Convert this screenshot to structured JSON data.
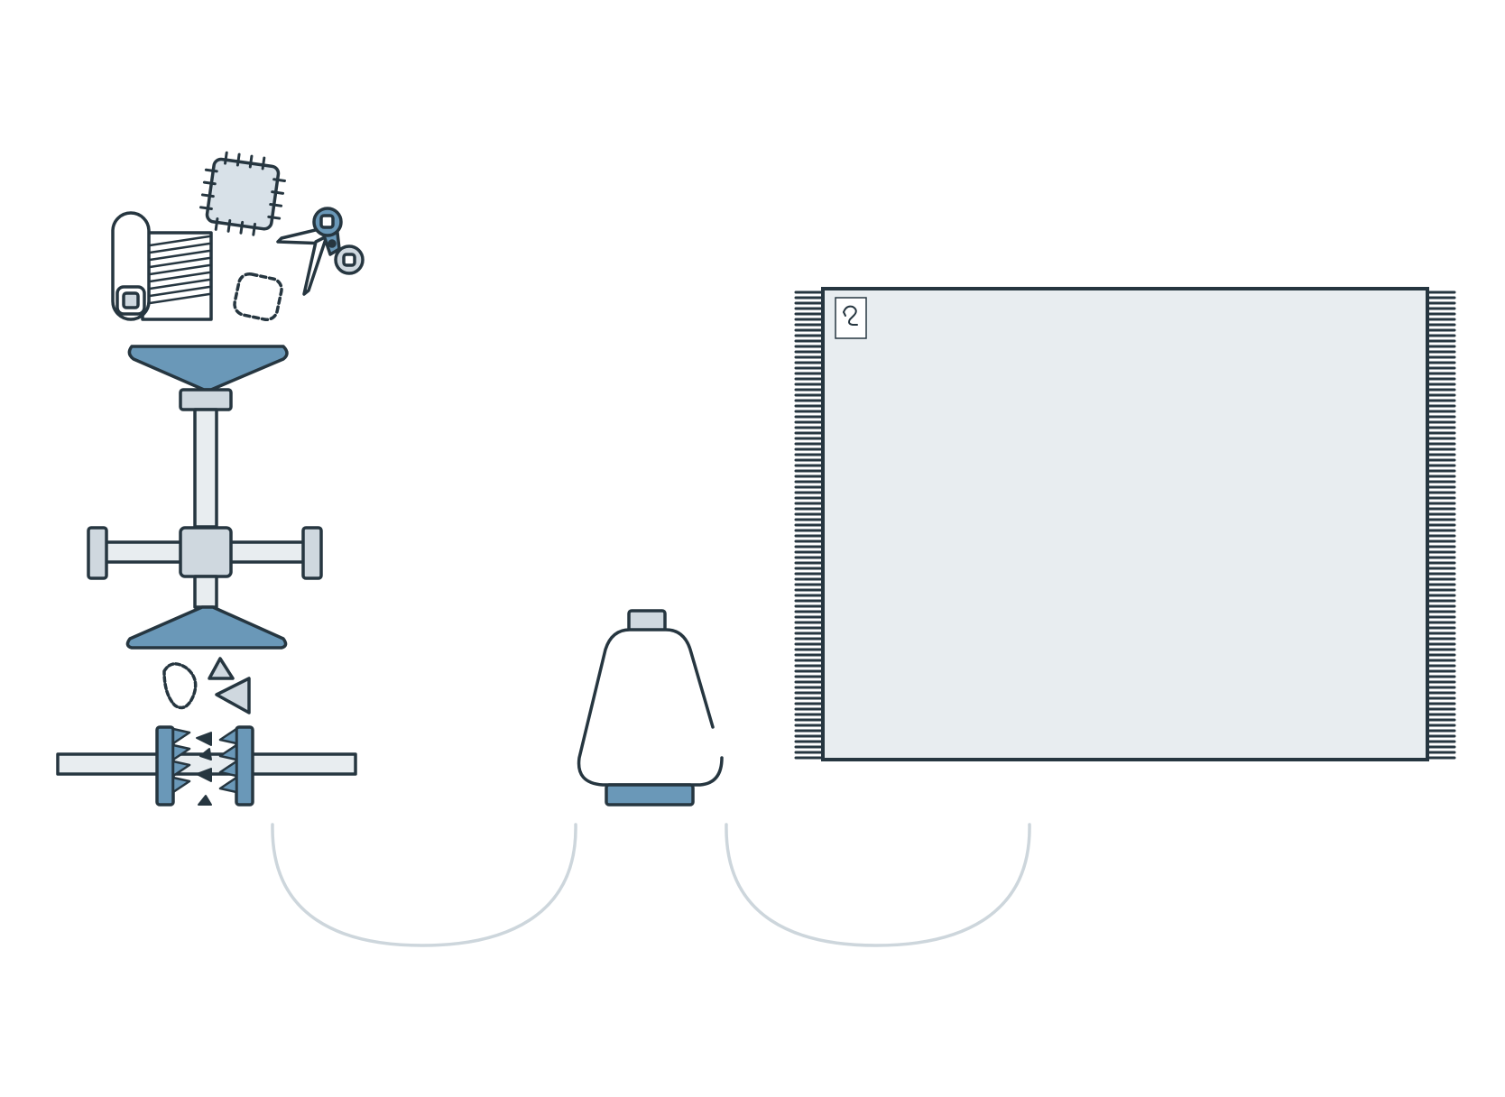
{
  "diagram": {
    "steps": [
      {
        "id": "textile-scraps",
        "icon": "fabric-scraps-icon"
      },
      {
        "id": "shredding-machine",
        "icon": "shredder-icon"
      },
      {
        "id": "thread-spool",
        "icon": "thread-cone-icon"
      },
      {
        "id": "woven-rug",
        "icon": "rug-icon"
      }
    ],
    "connectors": [
      {
        "from": "shredding-machine",
        "to": "thread-spool"
      },
      {
        "from": "thread-spool",
        "to": "woven-rug"
      }
    ],
    "rug_label_icon": "recycle-tag-icon"
  },
  "colors": {
    "stroke": "#263640",
    "accent_blue": "#6a98b8",
    "light_grey": "#cfd8df",
    "pale_fill": "#e8edf0",
    "arc_grey": "#cdd6dc",
    "background": "#ffffff"
  }
}
